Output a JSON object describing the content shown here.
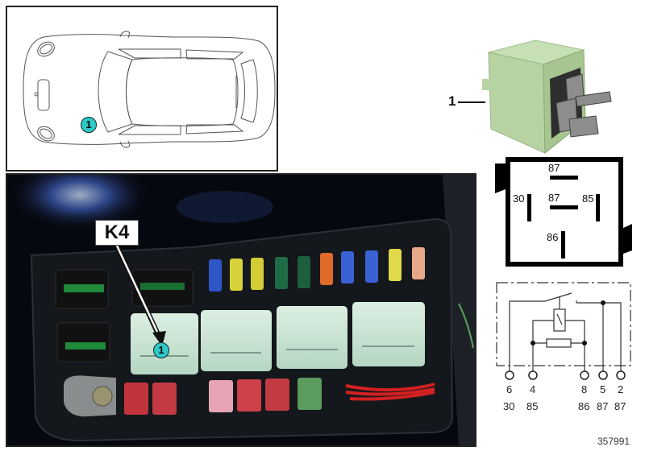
{
  "locator": {
    "callout": "1",
    "callout_color": "#2ec9c8",
    "description": "Car top-view outline with component location marker"
  },
  "photo": {
    "location_label": "K4",
    "callout": "1",
    "callout_color": "#2ec9c8",
    "description": "Fuse and relay box photo with relay K4 marked"
  },
  "part": {
    "callout_number": "1",
    "relay_color": "#bcd9a8"
  },
  "pinout": {
    "labels": [
      {
        "id": "top",
        "text": "87"
      },
      {
        "id": "left",
        "text": "30"
      },
      {
        "id": "center",
        "text": "87"
      },
      {
        "id": "right",
        "text": "85"
      },
      {
        "id": "bottom",
        "text": "86"
      }
    ]
  },
  "schematic": {
    "pins": [
      {
        "index": "6",
        "terminal": "30"
      },
      {
        "index": "4",
        "terminal": "85"
      },
      {
        "index": "8",
        "terminal": "86"
      },
      {
        "index": "5",
        "terminal": "87"
      },
      {
        "index": "2",
        "terminal": "87"
      }
    ]
  },
  "footer": {
    "doc_id": "357991"
  }
}
